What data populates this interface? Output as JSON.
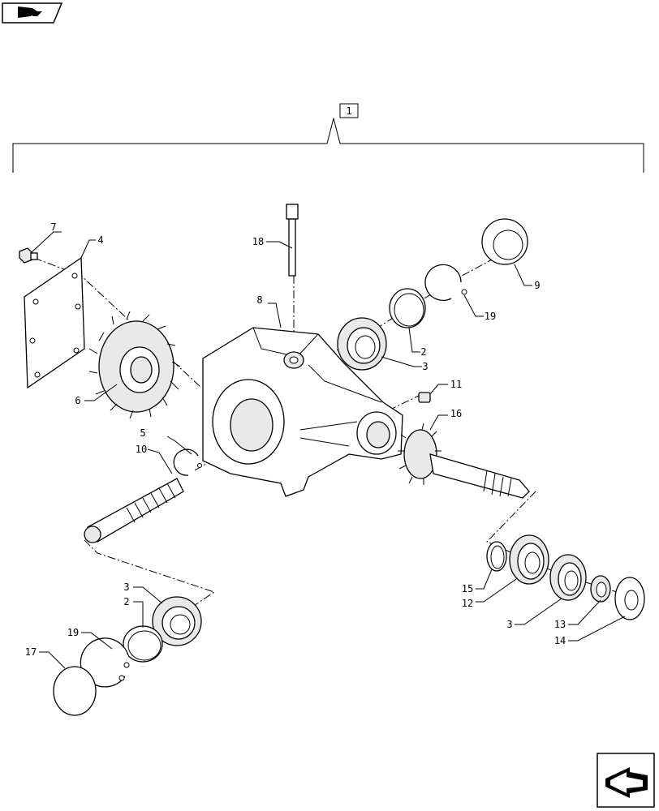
{
  "assembly_label": "1",
  "callouts": {
    "c7": "7",
    "c4": "4",
    "c18": "18",
    "c9": "9",
    "c19_top": "19",
    "c8": "8",
    "c2_top": "2",
    "c3_top": "3",
    "c6": "6",
    "c11": "11",
    "c16": "16",
    "c5": "5",
    "c10": "10",
    "c15": "15",
    "c12": "12",
    "c3_right": "3",
    "c13": "13",
    "c14": "14",
    "c3_left": "3",
    "c2_left": "2",
    "c19_left": "19",
    "c17": "17"
  },
  "icons": {
    "top_left": "book-page-icon",
    "bottom_right": "next-page-arrow-icon"
  }
}
